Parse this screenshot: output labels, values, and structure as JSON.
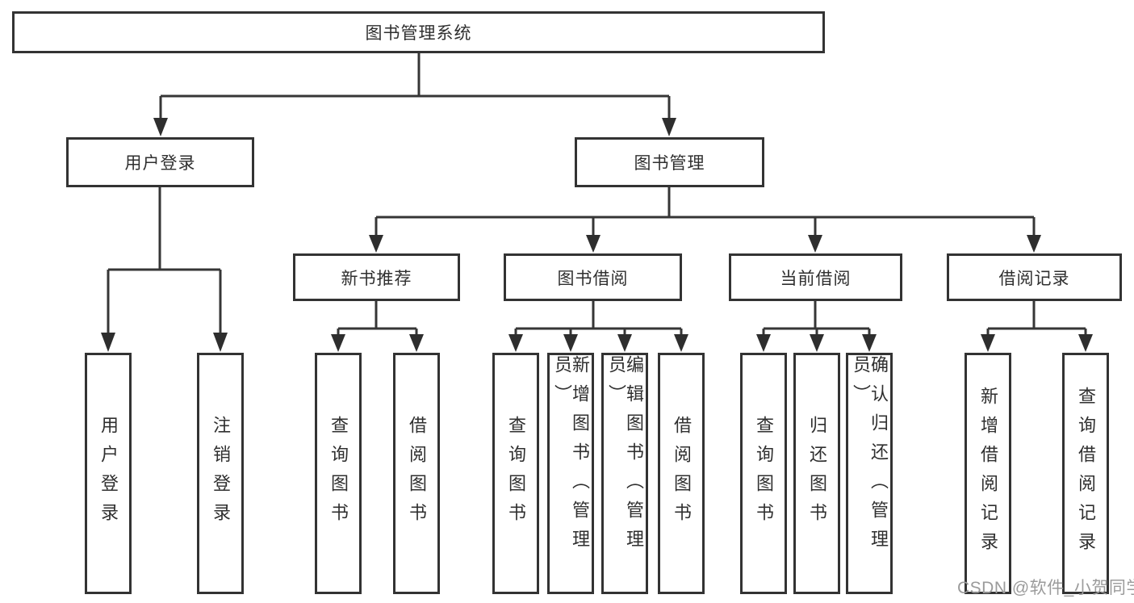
{
  "tree": {
    "label": "图书管理系统",
    "children": [
      {
        "label": "用户登录",
        "children": [
          {
            "label": "用户登录"
          },
          {
            "label": "注销登录"
          }
        ]
      },
      {
        "label": "图书管理",
        "children": [
          {
            "label": "新书推荐",
            "children": [
              {
                "label": "查询图书"
              },
              {
                "label": "借阅图书"
              }
            ]
          },
          {
            "label": "图书借阅",
            "children": [
              {
                "label": "查询图书"
              },
              {
                "label": "新增图书（管理员）"
              },
              {
                "label": "编辑图书（管理员）"
              },
              {
                "label": "借阅图书"
              }
            ]
          },
          {
            "label": "当前借阅",
            "children": [
              {
                "label": "查询图书"
              },
              {
                "label": "归还图书"
              },
              {
                "label": "确认归还（管理员）"
              }
            ]
          },
          {
            "label": "借阅记录",
            "children": [
              {
                "label": "新增借阅记录"
              },
              {
                "label": "查询借阅记录"
              }
            ]
          }
        ]
      }
    ]
  },
  "watermark": {
    "text": "CSDN @软件_小贺同学"
  },
  "colors": {
    "line": "#363636",
    "box_border": "#333333",
    "text": "#2f2f2f",
    "watermark": "#9b9b9b",
    "background": "#ffffff"
  }
}
